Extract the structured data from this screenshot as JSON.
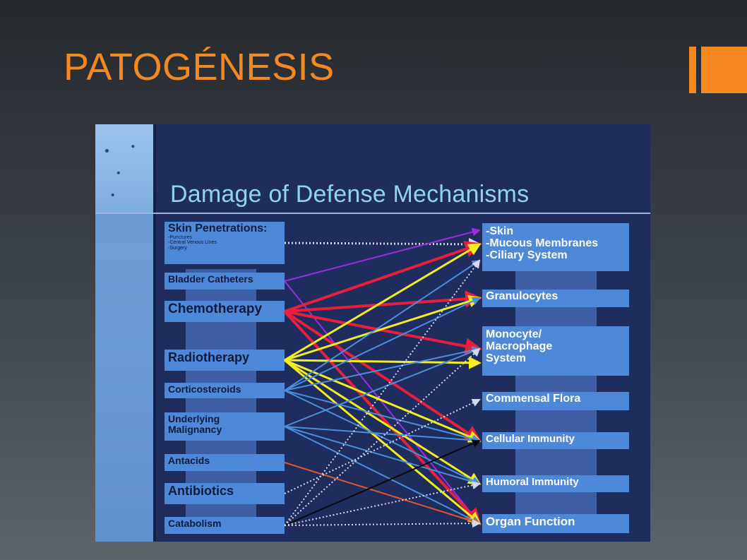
{
  "slide": {
    "title": "PATOGÉNESIS",
    "accent_color": "#f5891f"
  },
  "diagram": {
    "title": "Damage of Defense Mechanisms",
    "causes": {
      "skin_penetrations": {
        "label": "Skin Penetrations:",
        "details": [
          "-Punctures",
          "-Central Venous Lines",
          "-Surgery"
        ]
      },
      "bladder_catheters": "Bladder Catheters",
      "chemotherapy": "Chemotherapy",
      "radiotherapy": "Radiotherapy",
      "corticosteroids": "Corticosteroids",
      "underlying_malignancy": [
        "Underlying",
        "Malignancy"
      ],
      "antacids": "Antacids",
      "antibiotics": "Antibiotics",
      "catabolism": "Catabolism"
    },
    "defenses": {
      "skin": [
        "-Skin",
        "-Mucous Membranes",
        "-Ciliary System"
      ],
      "granulocytes": "Granulocytes",
      "monocyte": [
        "Monocyte/",
        "Macrophage",
        "System"
      ],
      "commensal_flora": "Commensal Flora",
      "cellular_immunity": "Cellular Immunity",
      "humoral_immunity": "Humoral Immunity",
      "organ_function": "Organ Function"
    },
    "arrow_colors": {
      "red": "#e8203c",
      "yellow": "#f3ee1c",
      "blue": "#4a8fdc",
      "purple": "#9b2de0",
      "white_dotted": "#d8d8ec",
      "orange": "#e0562a",
      "black": "#0a0a0a"
    }
  }
}
